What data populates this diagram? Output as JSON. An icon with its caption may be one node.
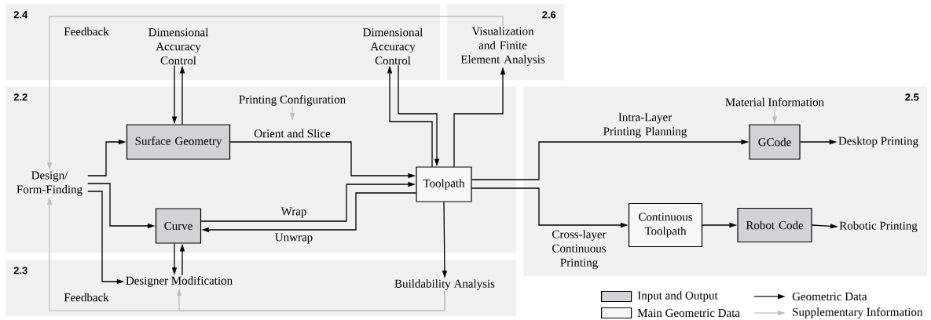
{
  "diagram": {
    "nodes": [
      {
        "text": [
          "2.4"
        ]
      },
      {
        "text": [
          "Dimensional Accuracy Control"
        ],
        "in": 0
      },
      {
        "text": [
          "Dimensional Accuracy Control"
        ],
        "in": 0
      },
      {
        "text": [
          "2.6"
        ]
      },
      {
        "text": [
          "Visualization and Finite Element Analysis"
        ],
        "in": 3
      },
      {
        "text": [
          "2.2"
        ]
      },
      {
        "text": [
          "Printing Configuration"
        ],
        "in": 5
      },
      {
        "text": [
          "Surface Geometry"
        ],
        "in": 5
      },
      {
        "text": [
          "Design/ Form-Finding"
        ],
        "in": 5
      },
      {
        "text": [
          "Toolpath"
        ],
        "in": 5
      },
      {
        "text": [
          "Curve"
        ],
        "in": 5
      },
      {
        "text": [
          "2.3"
        ]
      },
      {
        "text": [
          "Designer Modification"
        ],
        "in": 11
      },
      {
        "text": [
          "Buildability Analysis"
        ],
        "in": 11
      },
      {
        "text": [
          "2.5"
        ]
      },
      {
        "text": [
          "Material Information"
        ],
        "in": 14
      },
      {
        "text": [
          "GCode"
        ],
        "in": 14
      },
      {
        "text": [
          "Desktop Printing"
        ],
        "in": 14
      },
      {
        "text": [
          "Continuous Toolpath"
        ],
        "in": 14
      },
      {
        "text": [
          "Robot Code"
        ],
        "in": 14
      },
      {
        "text": [
          "Robotic Printing"
        ],
        "in": 14
      }
    ],
    "edges": [
      {
        "from": 8,
        "to": 7,
        "arrow": "to"
      },
      {
        "from": 8,
        "to": 10,
        "arrow": "to"
      },
      {
        "from": 8,
        "to": 12,
        "arrow": "to"
      },
      {
        "from": 7,
        "to": 1,
        "arrow": "to"
      },
      {
        "from": 1,
        "to": 7,
        "arrow": "to"
      },
      {
        "from": 7,
        "to": 9,
        "arrow": "to",
        "label": "Orient and Slice"
      },
      {
        "from": 10,
        "to": 9,
        "arrow": "to",
        "label": "Wrap"
      },
      {
        "from": 9,
        "to": 10,
        "arrow": "to",
        "label": "Unwrap"
      },
      {
        "from": 10,
        "to": 12,
        "arrow": "to"
      },
      {
        "from": 12,
        "to": 10,
        "arrow": "to"
      },
      {
        "from": 9,
        "to": 2,
        "arrow": "to"
      },
      {
        "from": 2,
        "to": 9,
        "arrow": "to"
      },
      {
        "from": 9,
        "to": 4,
        "arrow": "to"
      },
      {
        "from": 9,
        "to": 13,
        "arrow": "to"
      },
      {
        "from": 9,
        "to": 16,
        "arrow": "to",
        "label": "Intra-Layer Printing Planning"
      },
      {
        "from": 9,
        "to": 18,
        "arrow": "to",
        "label": "Cross-layer Continuous Printing"
      },
      {
        "from": 16,
        "to": 17,
        "arrow": "to"
      },
      {
        "from": 18,
        "to": 19,
        "arrow": "to"
      },
      {
        "from": 19,
        "to": 20,
        "arrow": "to"
      },
      {
        "from": 6,
        "to": null,
        "arrow": "to",
        "color": "#bfbfbf"
      },
      {
        "from": 15,
        "to": 16,
        "arrow": "to",
        "color": "#bfbfbf"
      },
      {
        "from": 4,
        "to": 8,
        "arrow": "to",
        "color": "#bfbfbf",
        "label": "Feedback"
      },
      {
        "from": 13,
        "to": 8,
        "arrow": "to",
        "color": "#bfbfbf",
        "label": "Feedback"
      },
      {
        "from": 13,
        "to": 12,
        "arrow": "to",
        "color": "#bfbfbf"
      }
    ],
    "legend": [
      {
        "text": "Input and Output",
        "color": "#d3d3d5"
      },
      {
        "text": "Main Geometric Data",
        "color": "#f7f7f7"
      },
      {
        "text": "Geometric Data"
      },
      {
        "text": "Supplementary Information"
      }
    ]
  }
}
